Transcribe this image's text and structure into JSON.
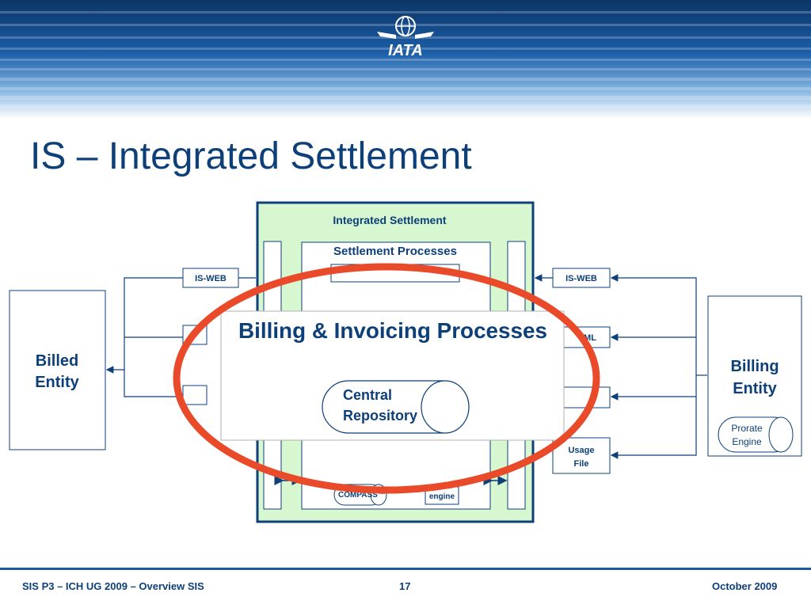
{
  "header": {
    "logo_text": "IATA"
  },
  "slide": {
    "title": "IS – Integrated Settlement"
  },
  "diagram": {
    "outer_title": "Integrated Settlement",
    "settlement_processes": "Settlement Processes",
    "billed_entity": [
      "Billed",
      "Entity"
    ],
    "billing_entity": [
      "Billing",
      "Entity"
    ],
    "left_channels": [
      "IS-WEB"
    ],
    "right_channels": [
      "IS-WEB",
      "ML",
      "Usage",
      "File"
    ],
    "prorate_engine": [
      "Prorate",
      "Engine"
    ],
    "compass": "COMPASS™",
    "engine": "engine",
    "callout": {
      "title": "Billing & Invoicing Processes",
      "repository": [
        "Central",
        "Repository"
      ]
    }
  },
  "footer": {
    "left": "SIS P3 – ICH UG 2009 – Overview SIS",
    "page": "17",
    "date": "October 2009"
  },
  "colors": {
    "navy": "#0d3f78",
    "light_green": "#d6f7cf",
    "highlight_red": "#e84a2a"
  }
}
